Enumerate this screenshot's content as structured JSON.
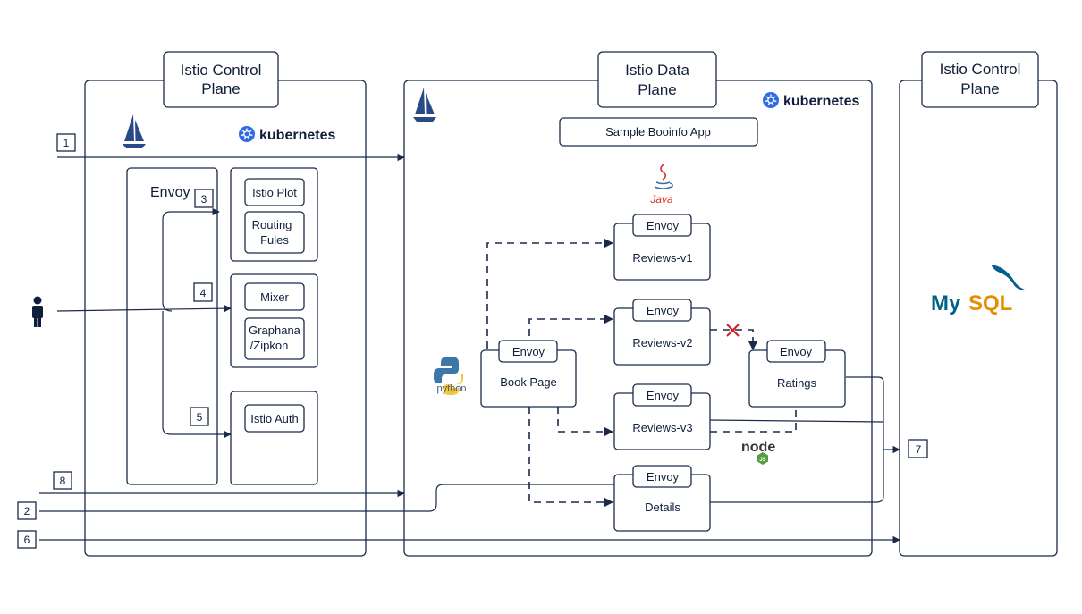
{
  "panels": {
    "control_left": {
      "title_line1": "Istio Control",
      "title_line2": "Plane"
    },
    "data_plane": {
      "title_line1": "Istio Data",
      "title_line2": "Plane",
      "app_label": "Sample Booinfo App"
    },
    "control_right": {
      "title_line1": "Istio Control",
      "title_line2": "Plane"
    }
  },
  "kubernetes_label": "kubernetes",
  "control": {
    "envoy_label": "Envoy",
    "istio_plot": "Istio Plot",
    "routing_line1": "Routing",
    "routing_line2": "Fules",
    "mixer": "Mixer",
    "graphana_line1": "Graphana",
    "graphana_line2": "/Zipkon",
    "istio_auth": "Istio Auth"
  },
  "steps": [
    "1",
    "2",
    "3",
    "4",
    "5",
    "6",
    "7",
    "8"
  ],
  "services": {
    "envoy": "Envoy",
    "book_page": "Book Page",
    "reviews_v1": "Reviews-v1",
    "reviews_v2": "Reviews-v2",
    "reviews_v3": "Reviews-v3",
    "ratings": "Ratings",
    "details": "Details"
  },
  "logos": {
    "java": "Java",
    "python": "python",
    "node": "node",
    "node_badge": "JS",
    "mysql_my": "My",
    "mysql_sql": "SQL"
  },
  "colors": {
    "line": "#1b2a4a",
    "java_red": "#d9312a",
    "python_blue": "#3b77a8",
    "python_yellow": "#f5c83c",
    "kubernetes_blue": "#326ce5",
    "mysql_blue": "#00618a",
    "mysql_orange": "#e48e00",
    "node_green": "#539e43",
    "cross_red": "#cc2222"
  }
}
